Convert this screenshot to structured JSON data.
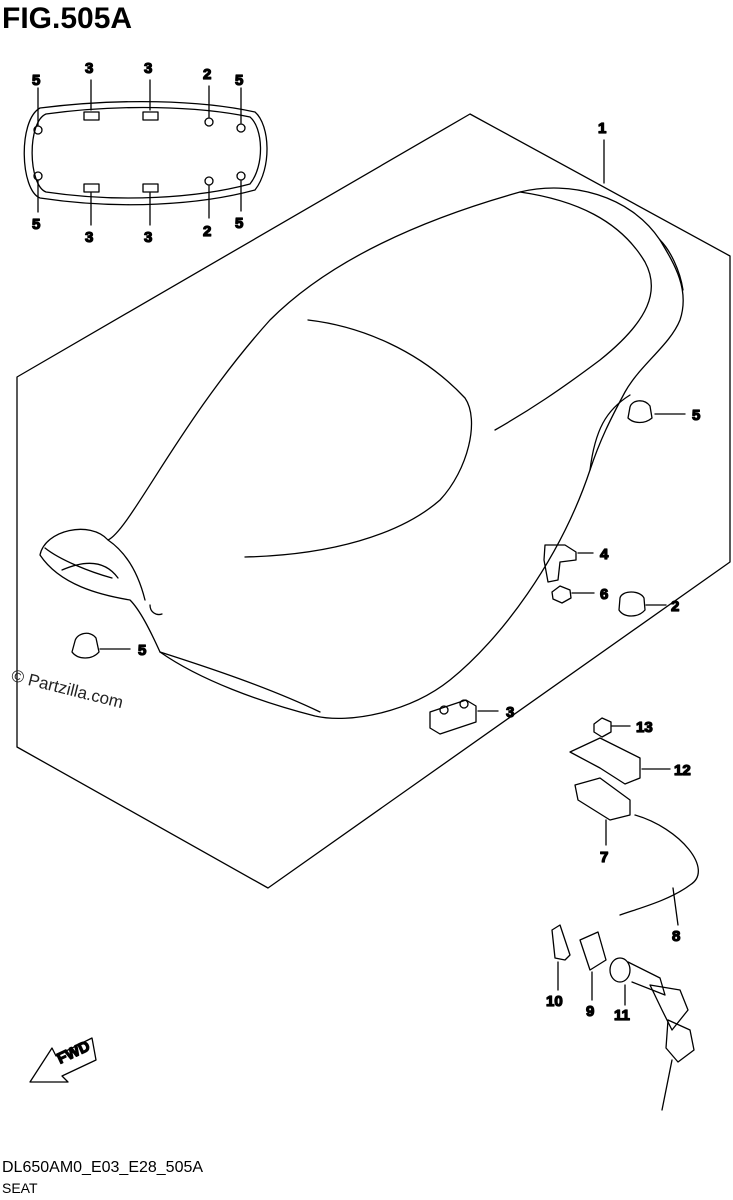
{
  "figure": {
    "title": "FIG.505A",
    "code": "DL650AM0_E03_E28_505A",
    "name": "SEAT",
    "watermark": "© Partzilla.com",
    "fwd_label": "FWD"
  },
  "callouts": [
    {
      "id": "c-top-3a",
      "label": "3"
    },
    {
      "id": "c-top-3b",
      "label": "3"
    },
    {
      "id": "c-top-2a",
      "label": "2"
    },
    {
      "id": "c-top-5a",
      "label": "5"
    },
    {
      "id": "c-top-5b",
      "label": "5"
    },
    {
      "id": "c-bot-5a",
      "label": "5"
    },
    {
      "id": "c-bot-3a",
      "label": "3"
    },
    {
      "id": "c-bot-3b",
      "label": "3"
    },
    {
      "id": "c-bot-2a",
      "label": "2"
    },
    {
      "id": "c-bot-5b",
      "label": "5"
    },
    {
      "id": "c-seat-1",
      "label": "1"
    },
    {
      "id": "c-bumper-5r",
      "label": "5"
    },
    {
      "id": "c-bracket-4",
      "label": "4"
    },
    {
      "id": "c-nut-6",
      "label": "6"
    },
    {
      "id": "c-cushion-2",
      "label": "2"
    },
    {
      "id": "c-bumper-5l",
      "label": "5"
    },
    {
      "id": "c-clip-3",
      "label": "3"
    },
    {
      "id": "c-nut-13",
      "label": "13"
    },
    {
      "id": "c-plate-12",
      "label": "12"
    },
    {
      "id": "c-latch-7",
      "label": "7"
    },
    {
      "id": "c-cable-8",
      "label": "8"
    },
    {
      "id": "c-clip-10",
      "label": "10"
    },
    {
      "id": "c-holder-9",
      "label": "9"
    },
    {
      "id": "c-lock-11",
      "label": "11"
    }
  ]
}
